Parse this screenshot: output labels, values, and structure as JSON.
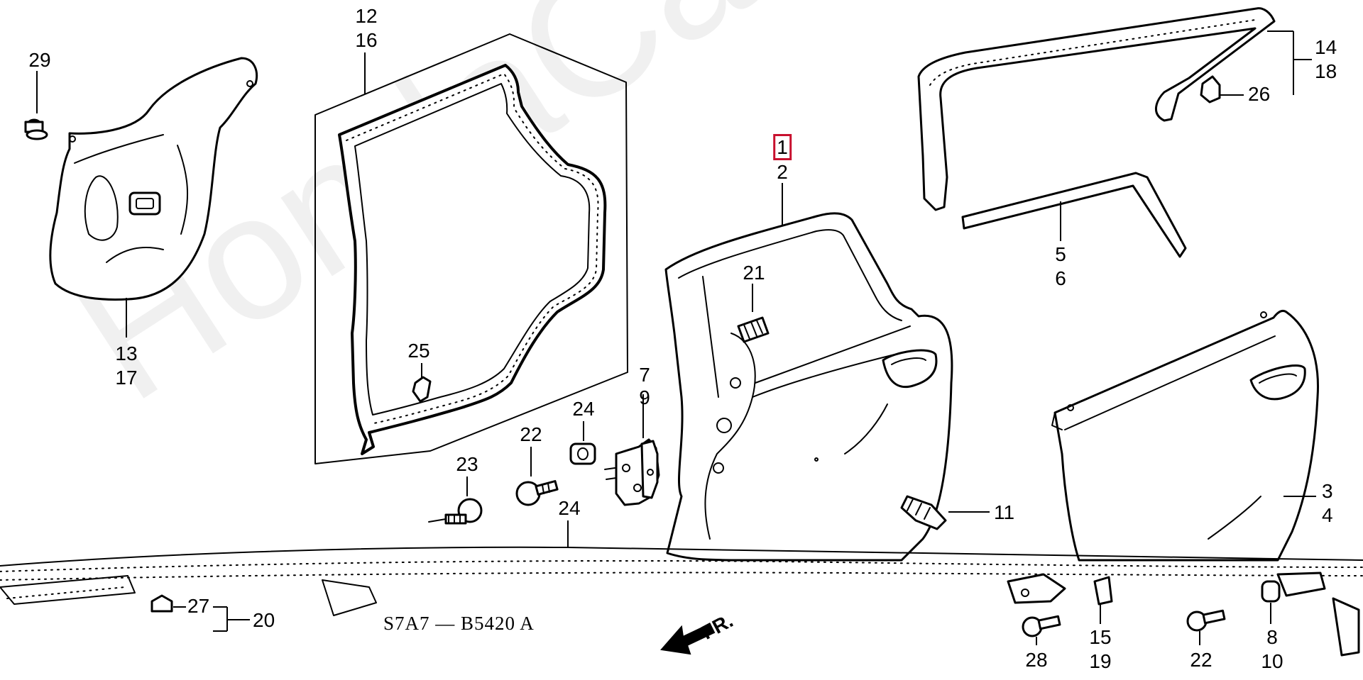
{
  "diagram": {
    "code": "S7A7 — B5420 A",
    "front_label": "FR.",
    "watermark": "HondaCarMine.ru",
    "colors": {
      "line": "#000000",
      "highlight_box": "#c8102e"
    },
    "labels": {
      "p29": "29",
      "p13": "13",
      "p17": "17",
      "p12": "12",
      "p16": "16",
      "p25": "25",
      "p23": "23",
      "p22a": "22",
      "p24a": "24",
      "p24b": "24",
      "p7": "7",
      "p9": "9",
      "p1": "1",
      "p2": "2",
      "p21": "21",
      "p11": "11",
      "p14": "14",
      "p18": "18",
      "p26": "26",
      "p5": "5",
      "p6": "6",
      "p3": "3",
      "p4": "4",
      "p27": "27",
      "p20": "20",
      "p28": "28",
      "p15": "15",
      "p19": "19",
      "p22b": "22",
      "p8": "8",
      "p10": "10"
    }
  }
}
